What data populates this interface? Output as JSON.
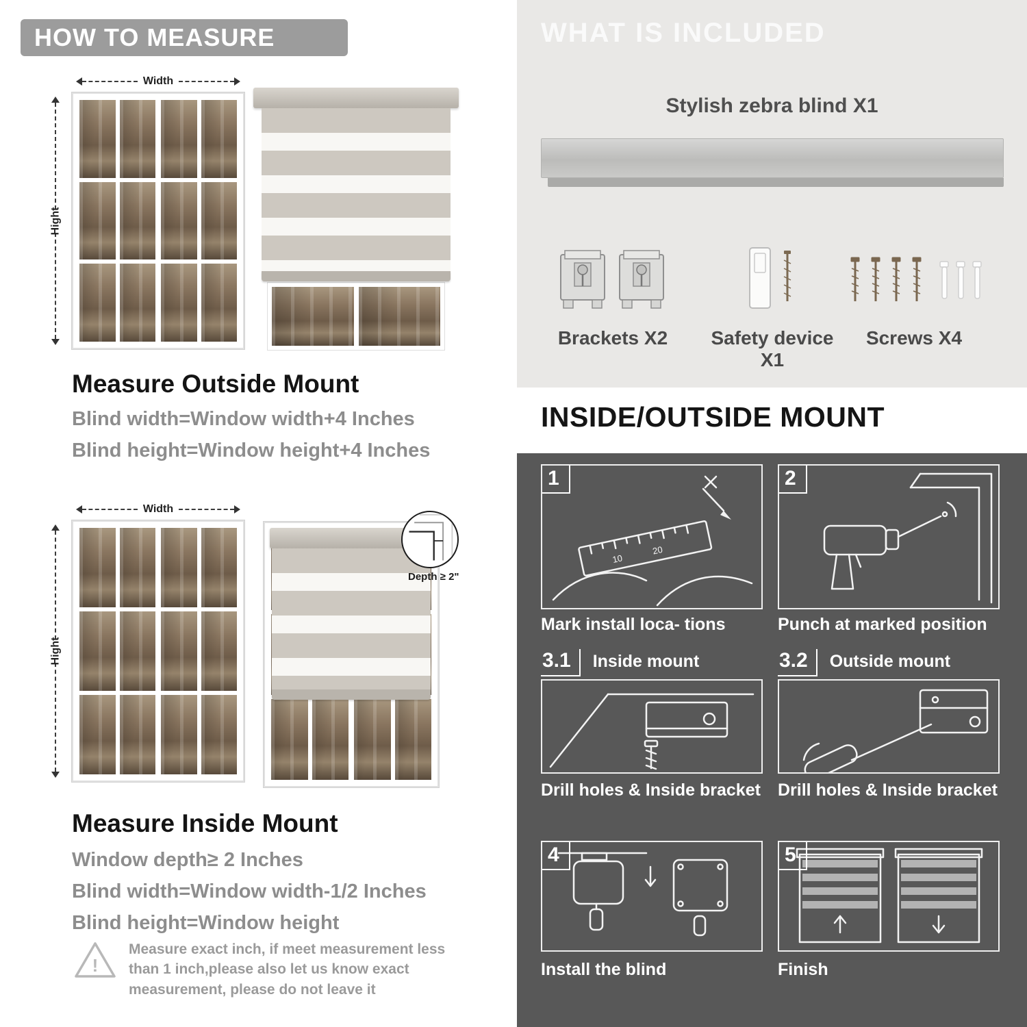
{
  "colors": {
    "header_bar": "#9c9c9c",
    "light_section_bg": "#e9e8e6",
    "dark_section_bg": "#585858",
    "muted_text": "#8d8d8d",
    "stripe_gray": "#cdc8c0",
    "stripe_white": "#f8f7f4"
  },
  "left": {
    "header": "HOW TO MEASURE",
    "width_label": "Width",
    "height_label": "Hight",
    "outside": {
      "heading": "Measure Outside Mount",
      "line1": "Blind width=Window width+4 Inches",
      "line2": "Blind height=Window height+4 Inches"
    },
    "inside": {
      "heading": "Measure Inside Mount",
      "depth_label": "Depth ≥ 2\"",
      "line1": "Window depth≥ 2 Inches",
      "line2": "Blind width=Window width-1/2 Inches",
      "line3": "Blind height=Window height"
    },
    "warning": {
      "icon": "!",
      "text": "Measure exact inch, if meet measurement less than 1 inch,please also let us know exact measurement, please do not leave it"
    }
  },
  "right": {
    "included": {
      "header": "WHAT IS INCLUDED",
      "product_label": "Stylish zebra blind X1",
      "items": [
        {
          "label": "Brackets X2",
          "icon": "bracket-icon"
        },
        {
          "label": "Safety device X1",
          "icon": "safety-device-icon"
        },
        {
          "label": "Screws X4",
          "icon": "screws-icon"
        }
      ]
    },
    "mount": {
      "header": "INSIDE/OUTSIDE MOUNT",
      "steps": [
        {
          "num": "1",
          "caption": "Mark install loca- tions"
        },
        {
          "num": "2",
          "caption": "Punch at  marked position"
        },
        {
          "num": "3.1",
          "title": "Inside mount",
          "caption": "Drill holes &  Inside bracket"
        },
        {
          "num": "3.2",
          "title": "Outside mount",
          "caption": "Drill holes &  Inside bracket"
        },
        {
          "num": "4",
          "caption": "Install the blind"
        },
        {
          "num": "5",
          "caption": "Finish"
        }
      ]
    }
  }
}
